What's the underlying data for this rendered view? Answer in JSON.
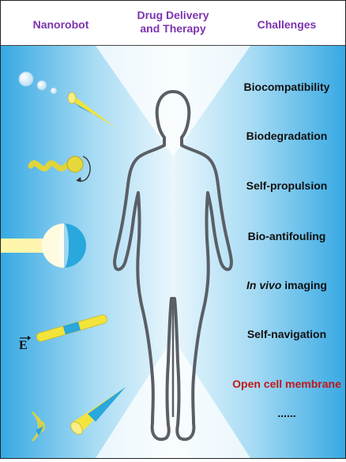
{
  "header": {
    "col1": "Nanorobot",
    "col2_line1": "Drug Delivery",
    "col2_line2": "and Therapy",
    "col3": "Challenges"
  },
  "challenges": [
    {
      "text": "Biocompatibility"
    },
    {
      "text": "Biodegradation"
    },
    {
      "text": "Self-propulsion"
    },
    {
      "text": "Bio-antifouling"
    },
    {
      "text_italic": "In vivo",
      "text": " imaging"
    },
    {
      "text": "Self-navigation"
    },
    {
      "text": "Open cell membrane"
    },
    {
      "text": "......"
    }
  ],
  "field_label": "E",
  "colors": {
    "heading": "#7b33b0",
    "highlight": "#c0171b",
    "bg_blue": "#3fb2e8",
    "nanorobot_yellow": "#f2e43a",
    "nanorobot_blue": "#2aa7dc"
  }
}
